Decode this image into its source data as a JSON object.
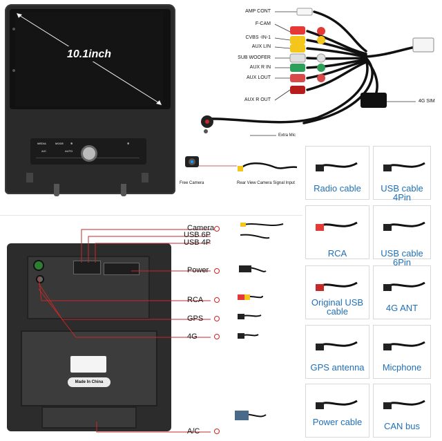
{
  "screen_size_label": "10.1inch",
  "panel": {
    "row1": [
      "MEDIA",
      "MODE",
      "❄",
      "",
      "",
      "❄"
    ],
    "row2": [
      "A/C",
      "",
      "AUTO",
      "",
      "",
      "",
      "",
      ""
    ]
  },
  "cable_connectors": {
    "amp_cont": "AMP CONT",
    "f_cam": "F-CAM",
    "cvbs_in": "CVBS -IN-1",
    "aux_lin": "AUX LIN",
    "sub_woofer": "SUB WOOFER",
    "aux_r_in": "AUX R IN",
    "aux_lout": "AUX LOUT",
    "aux_r_out": "AUX R OUT",
    "sim_4g": "4G SIM",
    "extra_mic": "Extra Mic"
  },
  "camera": {
    "free_camera": "Free Camera",
    "signal_input": "Rear View Camera Signal Input"
  },
  "back_ports": {
    "camera": "Camera",
    "usb_6p": "USB 6P",
    "usb_4p": "USB 4P",
    "power": "Power",
    "rca": "RCA",
    "gps": "GPS",
    "g4": "4G",
    "ac": "A/C"
  },
  "made_in": "Made In China",
  "accessories": [
    {
      "label": "Radio cable",
      "icon": "radio-cable-icon"
    },
    {
      "label": "USB cable 4Pin",
      "icon": "usb-cable-4pin-icon"
    },
    {
      "label": "RCA",
      "icon": "rca-cable-icon"
    },
    {
      "label": "USB cable 6Pin",
      "icon": "usb-cable-6pin-icon"
    },
    {
      "label": "Original USB cable",
      "icon": "original-usb-cable-icon"
    },
    {
      "label": "4G ANT",
      "icon": "4g-antenna-icon"
    },
    {
      "label": "GPS antenna",
      "icon": "gps-antenna-icon"
    },
    {
      "label": "Micphone",
      "icon": "microphone-icon"
    },
    {
      "label": "Power cable",
      "icon": "power-cable-icon"
    },
    {
      "label": "CAN bus",
      "icon": "can-bus-icon"
    }
  ],
  "colors": {
    "accent_label": "#1f6fb7",
    "leader_line": "#c62828",
    "unit_body": "#2a2a2a"
  }
}
